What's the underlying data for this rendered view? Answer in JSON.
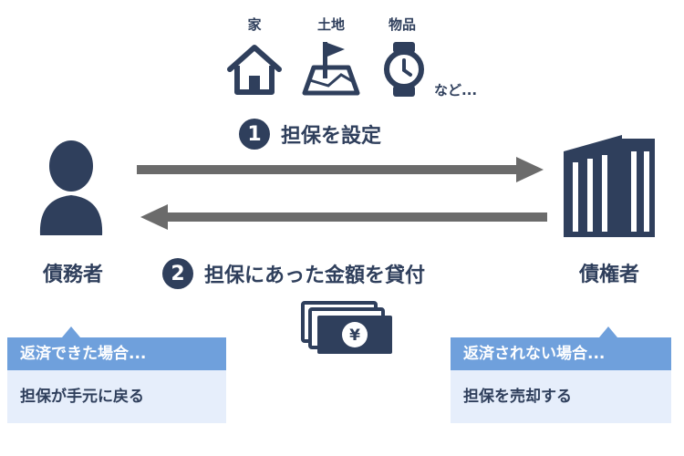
{
  "collateral": {
    "house_label": "家",
    "land_label": "土地",
    "goods_label": "物品",
    "etc_label": "など..."
  },
  "step1": {
    "number": "1",
    "text": "担保を設定"
  },
  "step2": {
    "number": "2",
    "text": "担保にあった金額を貸付"
  },
  "debtor": {
    "label": "債務者"
  },
  "creditor": {
    "label": "債権者"
  },
  "money": {
    "symbol": "¥"
  },
  "callout_left": {
    "title": "返済できた場合...",
    "body": "担保が手元に戻る"
  },
  "callout_right": {
    "title": "返済されない場合...",
    "body": "担保を売却する"
  },
  "colors": {
    "navy": "#2f3f5c",
    "arrow": "#6b6b6b",
    "callout_head": "#6fa0dc",
    "callout_body": "#e6eefb"
  }
}
